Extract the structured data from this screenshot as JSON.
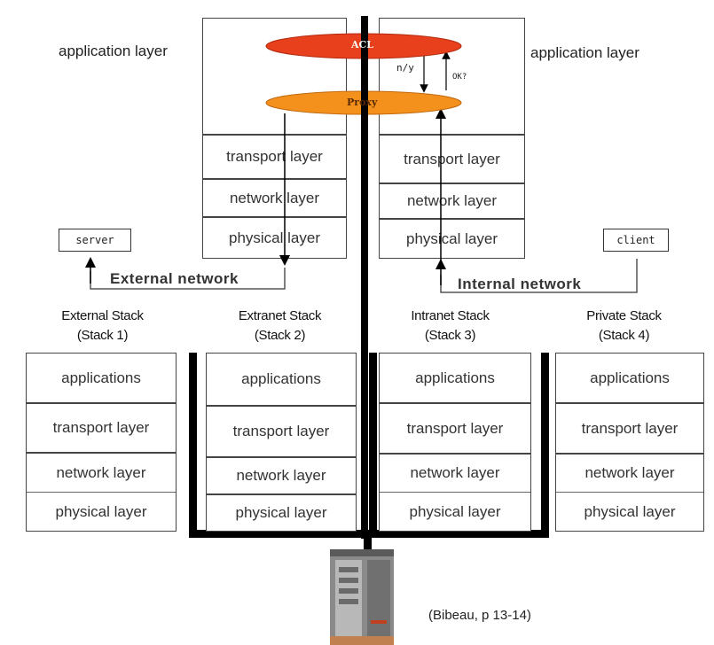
{
  "top": {
    "left_label": "application layer",
    "right_label": "application layer",
    "acl_label": "ACL",
    "proxy_label": "Proxy",
    "request_label": "n/y",
    "ok_label": "OK?",
    "left_stack": [
      "transport layer",
      "network layer",
      "physical layer"
    ],
    "right_stack": [
      "transport layer",
      "network layer",
      "physical layer"
    ],
    "server_label": "server",
    "client_label": "client",
    "external_network": "External network",
    "internal_network": "Internal network"
  },
  "stacks": [
    {
      "title_1": "External Stack",
      "title_2": "(Stack 1)",
      "layers": [
        "applications",
        "transport layer",
        "network layer",
        "physical layer"
      ]
    },
    {
      "title_1": "Extranet Stack",
      "title_2": "(Stack 2)",
      "layers": [
        "applications",
        "transport layer",
        "network layer",
        "physical layer"
      ]
    },
    {
      "title_1": "Intranet Stack",
      "title_2": "(Stack 3)",
      "layers": [
        "applications",
        "transport layer",
        "network layer",
        "physical layer"
      ]
    },
    {
      "title_1": "Private Stack",
      "title_2": "(Stack 4)",
      "layers": [
        "applications",
        "transport layer",
        "network layer",
        "physical layer"
      ]
    }
  ],
  "citation": "(Bibeau, p 13-14)",
  "colors": {
    "acl_fill": "#e8401c",
    "proxy_fill": "#f4901c",
    "line": "#000000"
  }
}
